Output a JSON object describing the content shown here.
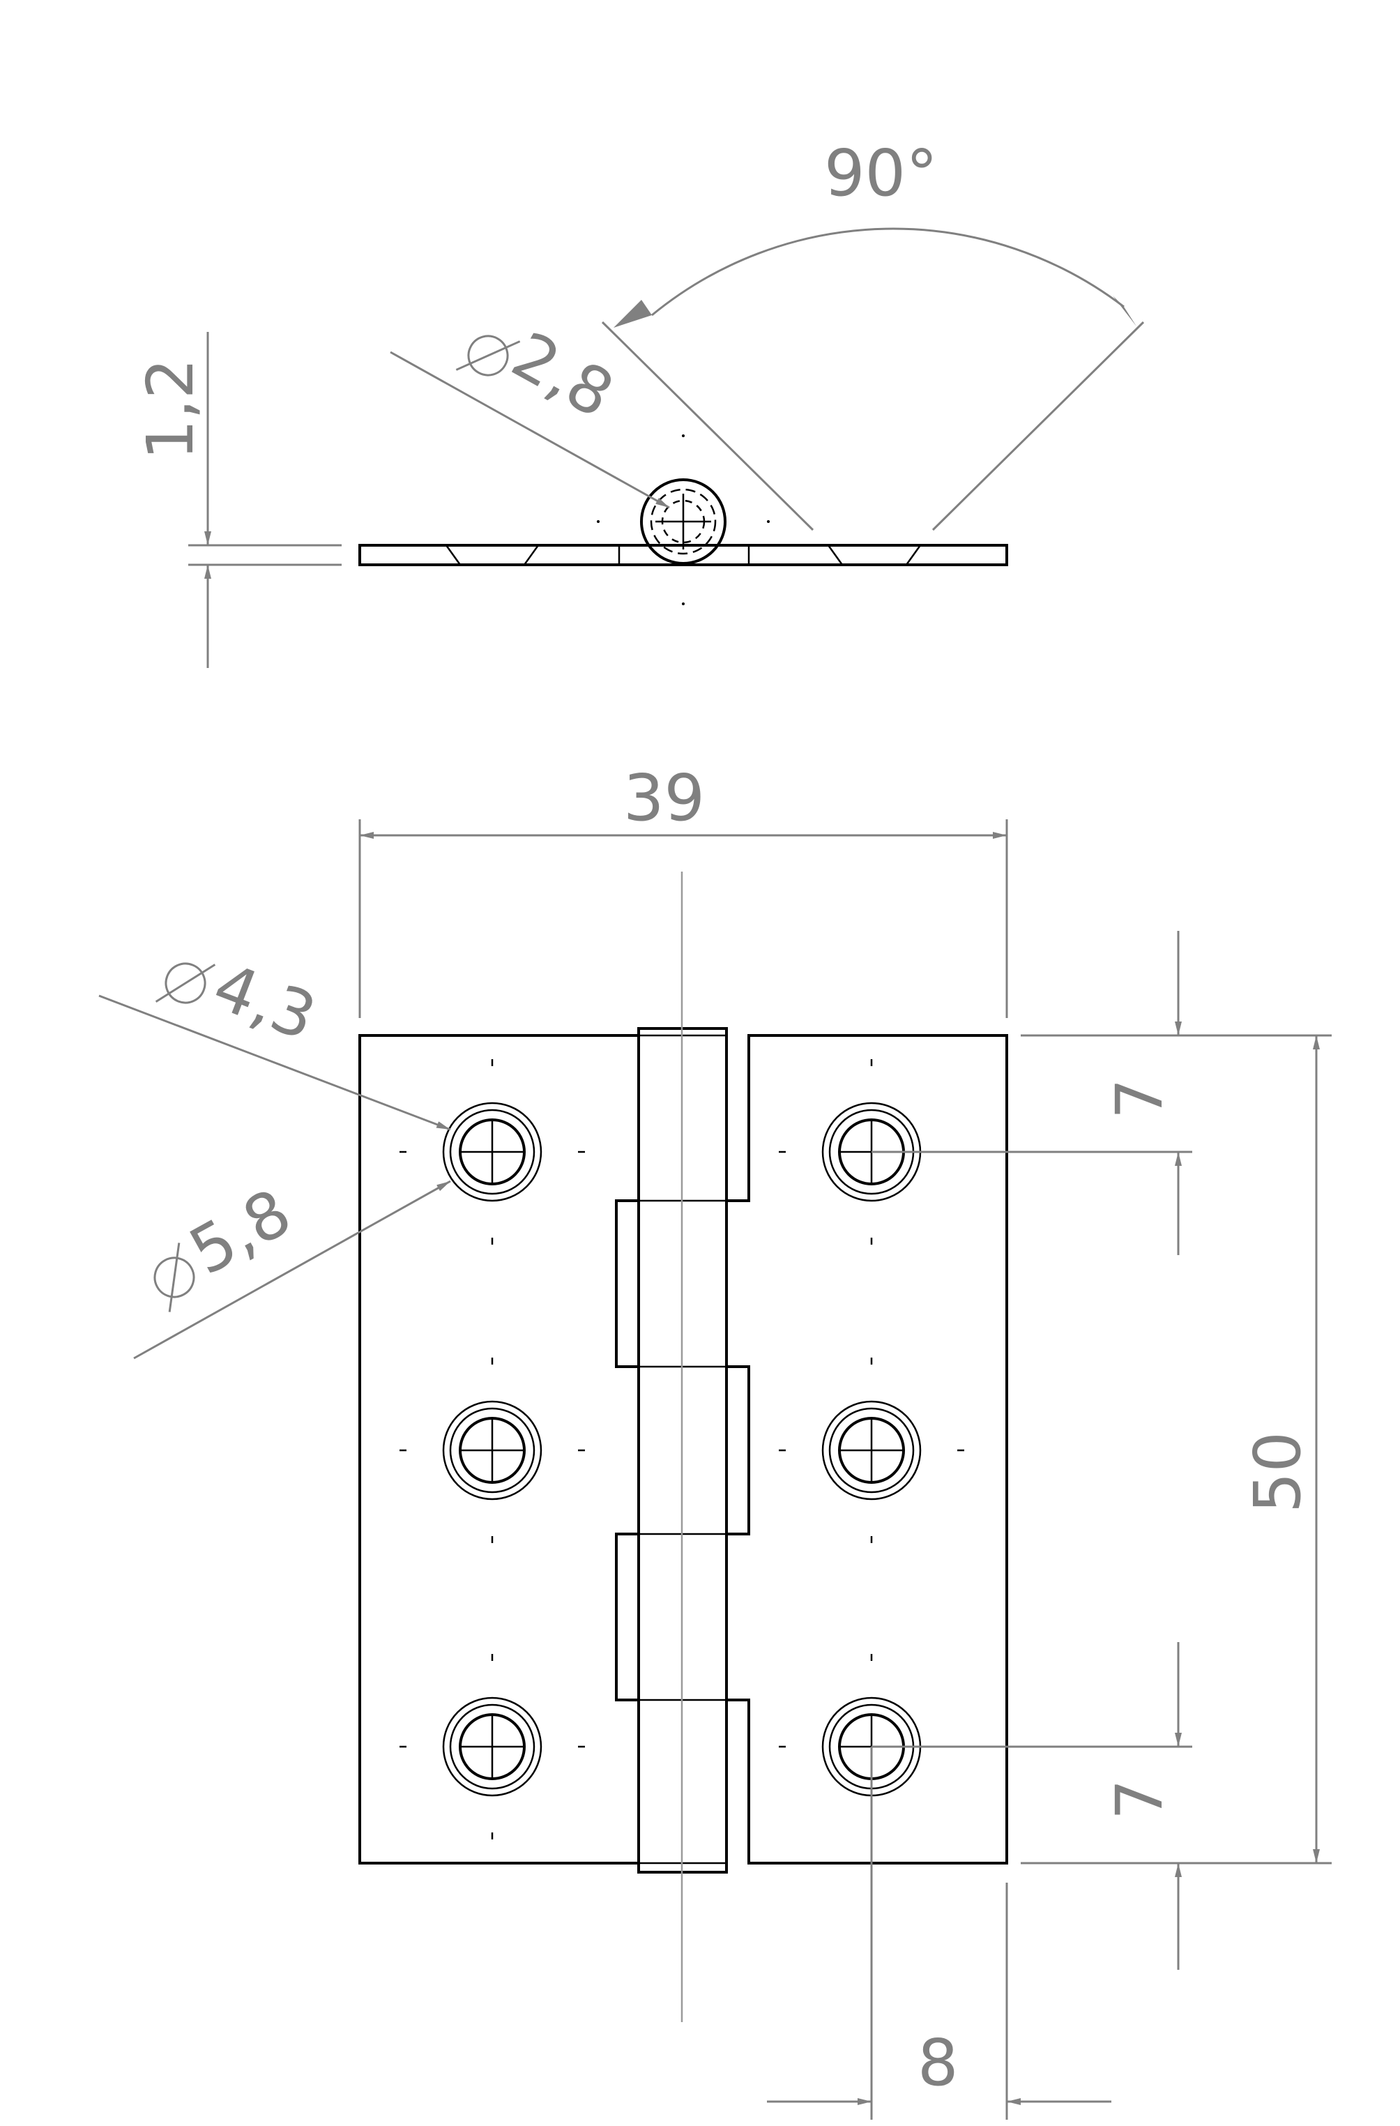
{
  "dimensions": {
    "thickness": "1,2",
    "pin_diameter": "2,8",
    "opening_angle": "90°",
    "width": "39",
    "hole_diameter": "4,3",
    "countersink_diameter": "5,8",
    "top_hole_offset": "7",
    "height": "50",
    "bottom_hole_offset": "7",
    "hole_edge_offset": "8"
  },
  "symbols": {
    "diameter": "diameter-symbol"
  },
  "colors": {
    "part_lines": "#000000",
    "dimension_lines": "#808080"
  }
}
